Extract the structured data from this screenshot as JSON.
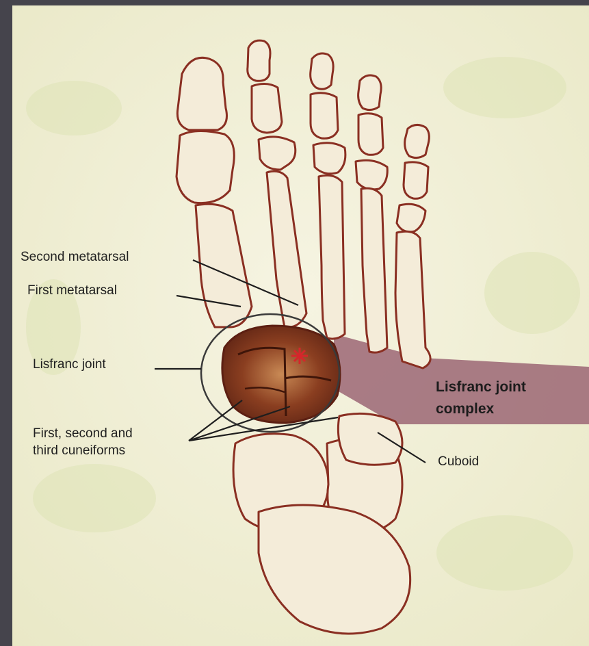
{
  "labels": {
    "second_metatarsal": "Second metatarsal",
    "first_metatarsal": "First metatarsal",
    "lisfranc_joint": "Lisfranc joint",
    "cuneiforms_line1": "First, second and",
    "cuneiforms_line2": "third cuneiforms",
    "cuboid": "Cuboid",
    "complex_line1": "Lisfranc joint",
    "complex_line2": "complex"
  },
  "colors": {
    "background": "#f3f1dc",
    "bone_stroke": "#8a2f22",
    "complex_band": "#9b6674",
    "joint_highlight": "#7a3420"
  }
}
